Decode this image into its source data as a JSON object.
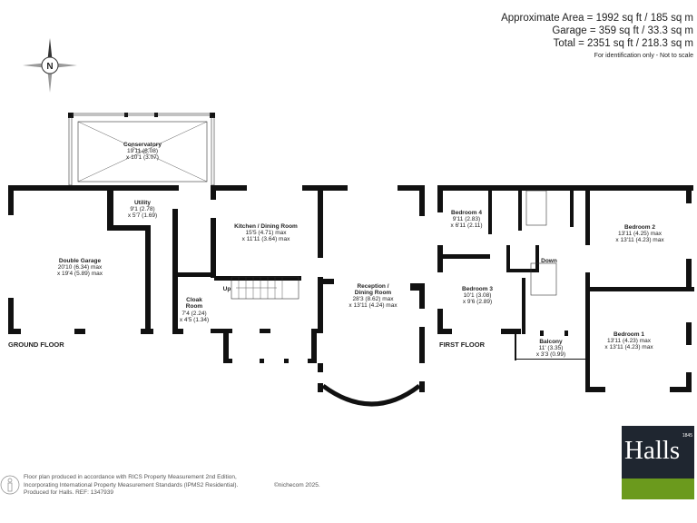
{
  "summary": {
    "area": "Approximate Area = 1992 sq ft / 185 sq m",
    "garage": "Garage = 359 sq ft / 33.3 sq m",
    "total": "Total = 2351 sq ft / 218.3 sq m",
    "note": "For identification only - Not to scale"
  },
  "compass": {
    "letter": "N",
    "icon": "compass-rose-icon"
  },
  "ground_floor": {
    "label": "GROUND FLOOR",
    "rooms": [
      {
        "name": "Conservatory",
        "dim1": "19'11 (6.08)",
        "dim2": "x 10'1 (3.07)"
      },
      {
        "name": "Utility",
        "dim1": "9'1 (2.78)",
        "dim2": "x 5'7 (1.69)"
      },
      {
        "name": "Double Garage",
        "dim1": "20'10 (6.34) max",
        "dim2": "x 19'4 (5.89) max"
      },
      {
        "name": "Kitchen / Dining Room",
        "dim1": "15'5 (4.71) max",
        "dim2": "x 11'11 (3.64) max"
      },
      {
        "name": "Cloak",
        "name2": "Room",
        "dim1": "7'4 (2.24)",
        "dim2": "x 4'5 (1.34)"
      },
      {
        "name": "Reception /",
        "name2": "Dining Room",
        "dim1": "28'3 (8.62) max",
        "dim2": "x 13'11 (4.24) max"
      }
    ],
    "stairs": "Up"
  },
  "first_floor": {
    "label": "FIRST FLOOR",
    "rooms": [
      {
        "name": "Bedroom 4",
        "dim1": "9'11 (2.83)",
        "dim2": "x 6'11 (2.11)"
      },
      {
        "name": "Bedroom 3",
        "dim1": "10'1 (3.08)",
        "dim2": "x 9'6 (2.89)"
      },
      {
        "name": "Bedroom 2",
        "dim1": "13'11 (4.25) max",
        "dim2": "x 13'11 (4.23) max"
      },
      {
        "name": "Bedroom 1",
        "dim1": "13'11 (4.23) max",
        "dim2": "x 13'11 (4.23) max"
      },
      {
        "name": "Balcony",
        "dim1": "11' (3.35)",
        "dim2": "x 3'3 (0.99)"
      }
    ],
    "stairs": "Down"
  },
  "footer": {
    "line1": "Floor plan produced in accordance with RICS Property Measurement 2nd Edition,",
    "line2": "Incorporating International Property Measurement Standards (IPMS2 Residential).",
    "line3": "Produced for Halls.   REF: 1347939",
    "copyright": "©nichecom 2025."
  },
  "logo": {
    "text": "Halls",
    "year": "1845",
    "colors": {
      "dark": "#1f2630",
      "green": "#6b9a1d"
    }
  }
}
